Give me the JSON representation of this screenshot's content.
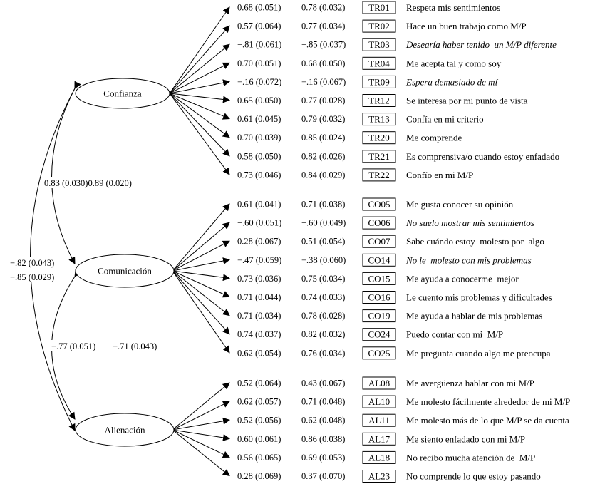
{
  "factors": [
    {
      "name": "Confianza"
    },
    {
      "name": "Comunicación"
    },
    {
      "name": "Alienación"
    }
  ],
  "groups": [
    {
      "factor": 0,
      "items": [
        {
          "v1": "0.68 (0.051)",
          "v2": "0.78 (0.032)",
          "code": "TR01",
          "label": "Respeta mis sentimientos",
          "italic": false
        },
        {
          "v1": "0.57 (0.064)",
          "v2": "0.77 (0.034)",
          "code": "TR02",
          "label": "Hace un buen trabajo como M/P",
          "italic": false
        },
        {
          "v1": "−.81 (0.061)",
          "v2": "−.85 (0.037)",
          "code": "TR03",
          "label": "Desearía haber tenido  un M/P diferente",
          "italic": true
        },
        {
          "v1": "0.70 (0.051)",
          "v2": "0.68 (0.050)",
          "code": "TR04",
          "label": "Me acepta tal y como soy",
          "italic": false
        },
        {
          "v1": "−.16 (0.072)",
          "v2": "−.16 (0.067)",
          "code": "TR09",
          "label": "Espera demasiado de mí",
          "italic": true
        },
        {
          "v1": "0.65 (0.050)",
          "v2": "0.77 (0.028)",
          "code": "TR12",
          "label": "Se interesa por mi punto de vista",
          "italic": false
        },
        {
          "v1": "0.61 (0.045)",
          "v2": "0.79 (0.032)",
          "code": "TR13",
          "label": "Confía en mi criterio",
          "italic": false
        },
        {
          "v1": "0.70 (0.039)",
          "v2": "0.85 (0.024)",
          "code": "TR20",
          "label": "Me comprende",
          "italic": false
        },
        {
          "v1": "0.58 (0.050)",
          "v2": "0.82 (0.026)",
          "code": "TR21",
          "label": "Es comprensiva/o cuando estoy enfadado",
          "italic": false
        },
        {
          "v1": "0.73 (0.046)",
          "v2": "0.84 (0.029)",
          "code": "TR22",
          "label": "Confío en mi M/P",
          "italic": false
        }
      ]
    },
    {
      "factor": 1,
      "items": [
        {
          "v1": "0.61 (0.041)",
          "v2": "0.71 (0.038)",
          "code": "CO05",
          "label": "Me gusta conocer su opinión",
          "italic": false
        },
        {
          "v1": "−.60 (0.051)",
          "v2": "−.60 (0.049)",
          "code": "CO06",
          "label": "No suelo mostrar mis sentimientos",
          "italic": true
        },
        {
          "v1": "0.28 (0.067)",
          "v2": "0.51 (0.054)",
          "code": "CO07",
          "label": "Sabe cuándo estoy  molesto por  algo",
          "italic": false
        },
        {
          "v1": "−.47 (0.059)",
          "v2": "−.38 (0.060)",
          "code": "CO14",
          "label": "No le  molesto con mis problemas",
          "italic": true
        },
        {
          "v1": "0.73 (0.036)",
          "v2": "0.75 (0.034)",
          "code": "CO15",
          "label": "Me ayuda a conocerme  mejor",
          "italic": false
        },
        {
          "v1": "0.71 (0.044)",
          "v2": "0.74 (0.033)",
          "code": "CO16",
          "label": "Le cuento mis problemas y dificultades",
          "italic": false
        },
        {
          "v1": "0.71 (0.034)",
          "v2": "0.78 (0.028)",
          "code": "CO19",
          "label": "Me ayuda a hablar de mis problemas",
          "italic": false
        },
        {
          "v1": "0.74 (0.037)",
          "v2": "0.82 (0.032)",
          "code": "CO24",
          "label": "Puedo contar con mi  M/P",
          "italic": false
        },
        {
          "v1": "0.62 (0.054)",
          "v2": "0.76 (0.034)",
          "code": "CO25",
          "label": "Me pregunta cuando algo me preocupa",
          "italic": false
        }
      ]
    },
    {
      "factor": 2,
      "items": [
        {
          "v1": "0.52 (0.064)",
          "v2": "0.43 (0.067)",
          "code": "AL08",
          "label": "Me avergüenza hablar con mi M/P",
          "italic": false
        },
        {
          "v1": "0.62 (0.057)",
          "v2": "0.71 (0.048)",
          "code": "AL10",
          "label": "Me molesto fácilmente alrededor de mi M/P",
          "italic": false
        },
        {
          "v1": "0.52 (0.056)",
          "v2": "0.62 (0.048)",
          "code": "AL11",
          "label": "Me molesto más de lo que M/P se da cuenta",
          "italic": false
        },
        {
          "v1": "0.60 (0.061)",
          "v2": "0.86 (0.038)",
          "code": "AL17",
          "label": "Me siento enfadado con mi M/P",
          "italic": false
        },
        {
          "v1": "0.56 (0.065)",
          "v2": "0.69 (0.053)",
          "code": "AL18",
          "label": "No recibo mucha atención de  M/P",
          "italic": false
        },
        {
          "v1": "0.28 (0.069)",
          "v2": "0.37 (0.070)",
          "code": "AL23",
          "label": "No comprende lo que estoy pasando",
          "italic": false
        }
      ]
    }
  ],
  "correlations": {
    "conf_com": "0.83 (0.030)0.89 (0.020)",
    "conf_alien_1": "−.82 (0.043)",
    "conf_alien_2": "−.85 (0.029)",
    "com_alien_1": "−.77 (0.051)",
    "com_alien_2": "−.71 (0.043)"
  }
}
